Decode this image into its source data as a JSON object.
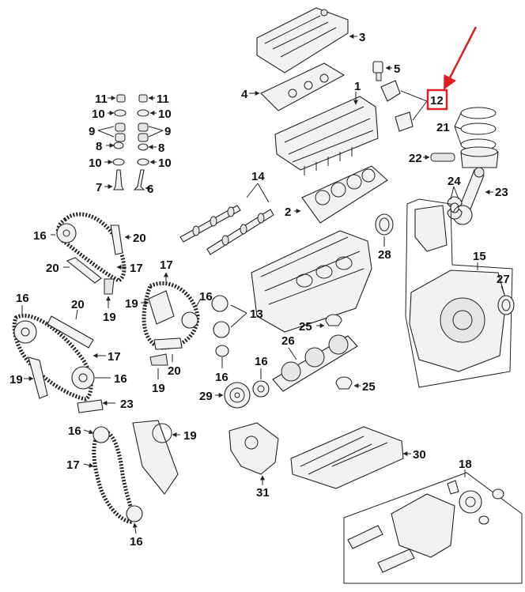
{
  "callouts": {
    "c1": "1",
    "c2": "2",
    "c3": "3",
    "c4": "4",
    "c5": "5",
    "c6": "6",
    "c7": "7",
    "c8a": "8",
    "c8b": "8",
    "c9a": "9",
    "c9b": "9",
    "c10a": "10",
    "c10b": "10",
    "c10c": "10",
    "c10d": "10",
    "c11a": "11",
    "c11b": "11",
    "c12": "12",
    "c13": "13",
    "c14": "14",
    "c15": "15",
    "c16a": "16",
    "c16b": "16",
    "c16c": "16",
    "c16d": "16",
    "c16e": "16",
    "c16f": "16",
    "c16g": "16",
    "c16h": "16",
    "c17a": "17",
    "c17b": "17",
    "c17c": "17",
    "c17d": "17",
    "c18": "18",
    "c19a": "19",
    "c19b": "19",
    "c19c": "19",
    "c19d": "19",
    "c19e": "19",
    "c20a": "20",
    "c20b": "20",
    "c20c": "20",
    "c20d": "20",
    "c21": "21",
    "c22": "22",
    "c23a": "23",
    "c23b": "23",
    "c24": "24",
    "c25a": "25",
    "c25b": "25",
    "c26": "26",
    "c27": "27",
    "c28": "28",
    "c29": "29",
    "c30": "30",
    "c31": "31"
  },
  "highlight": {
    "color": "#e02020",
    "target": "12"
  }
}
